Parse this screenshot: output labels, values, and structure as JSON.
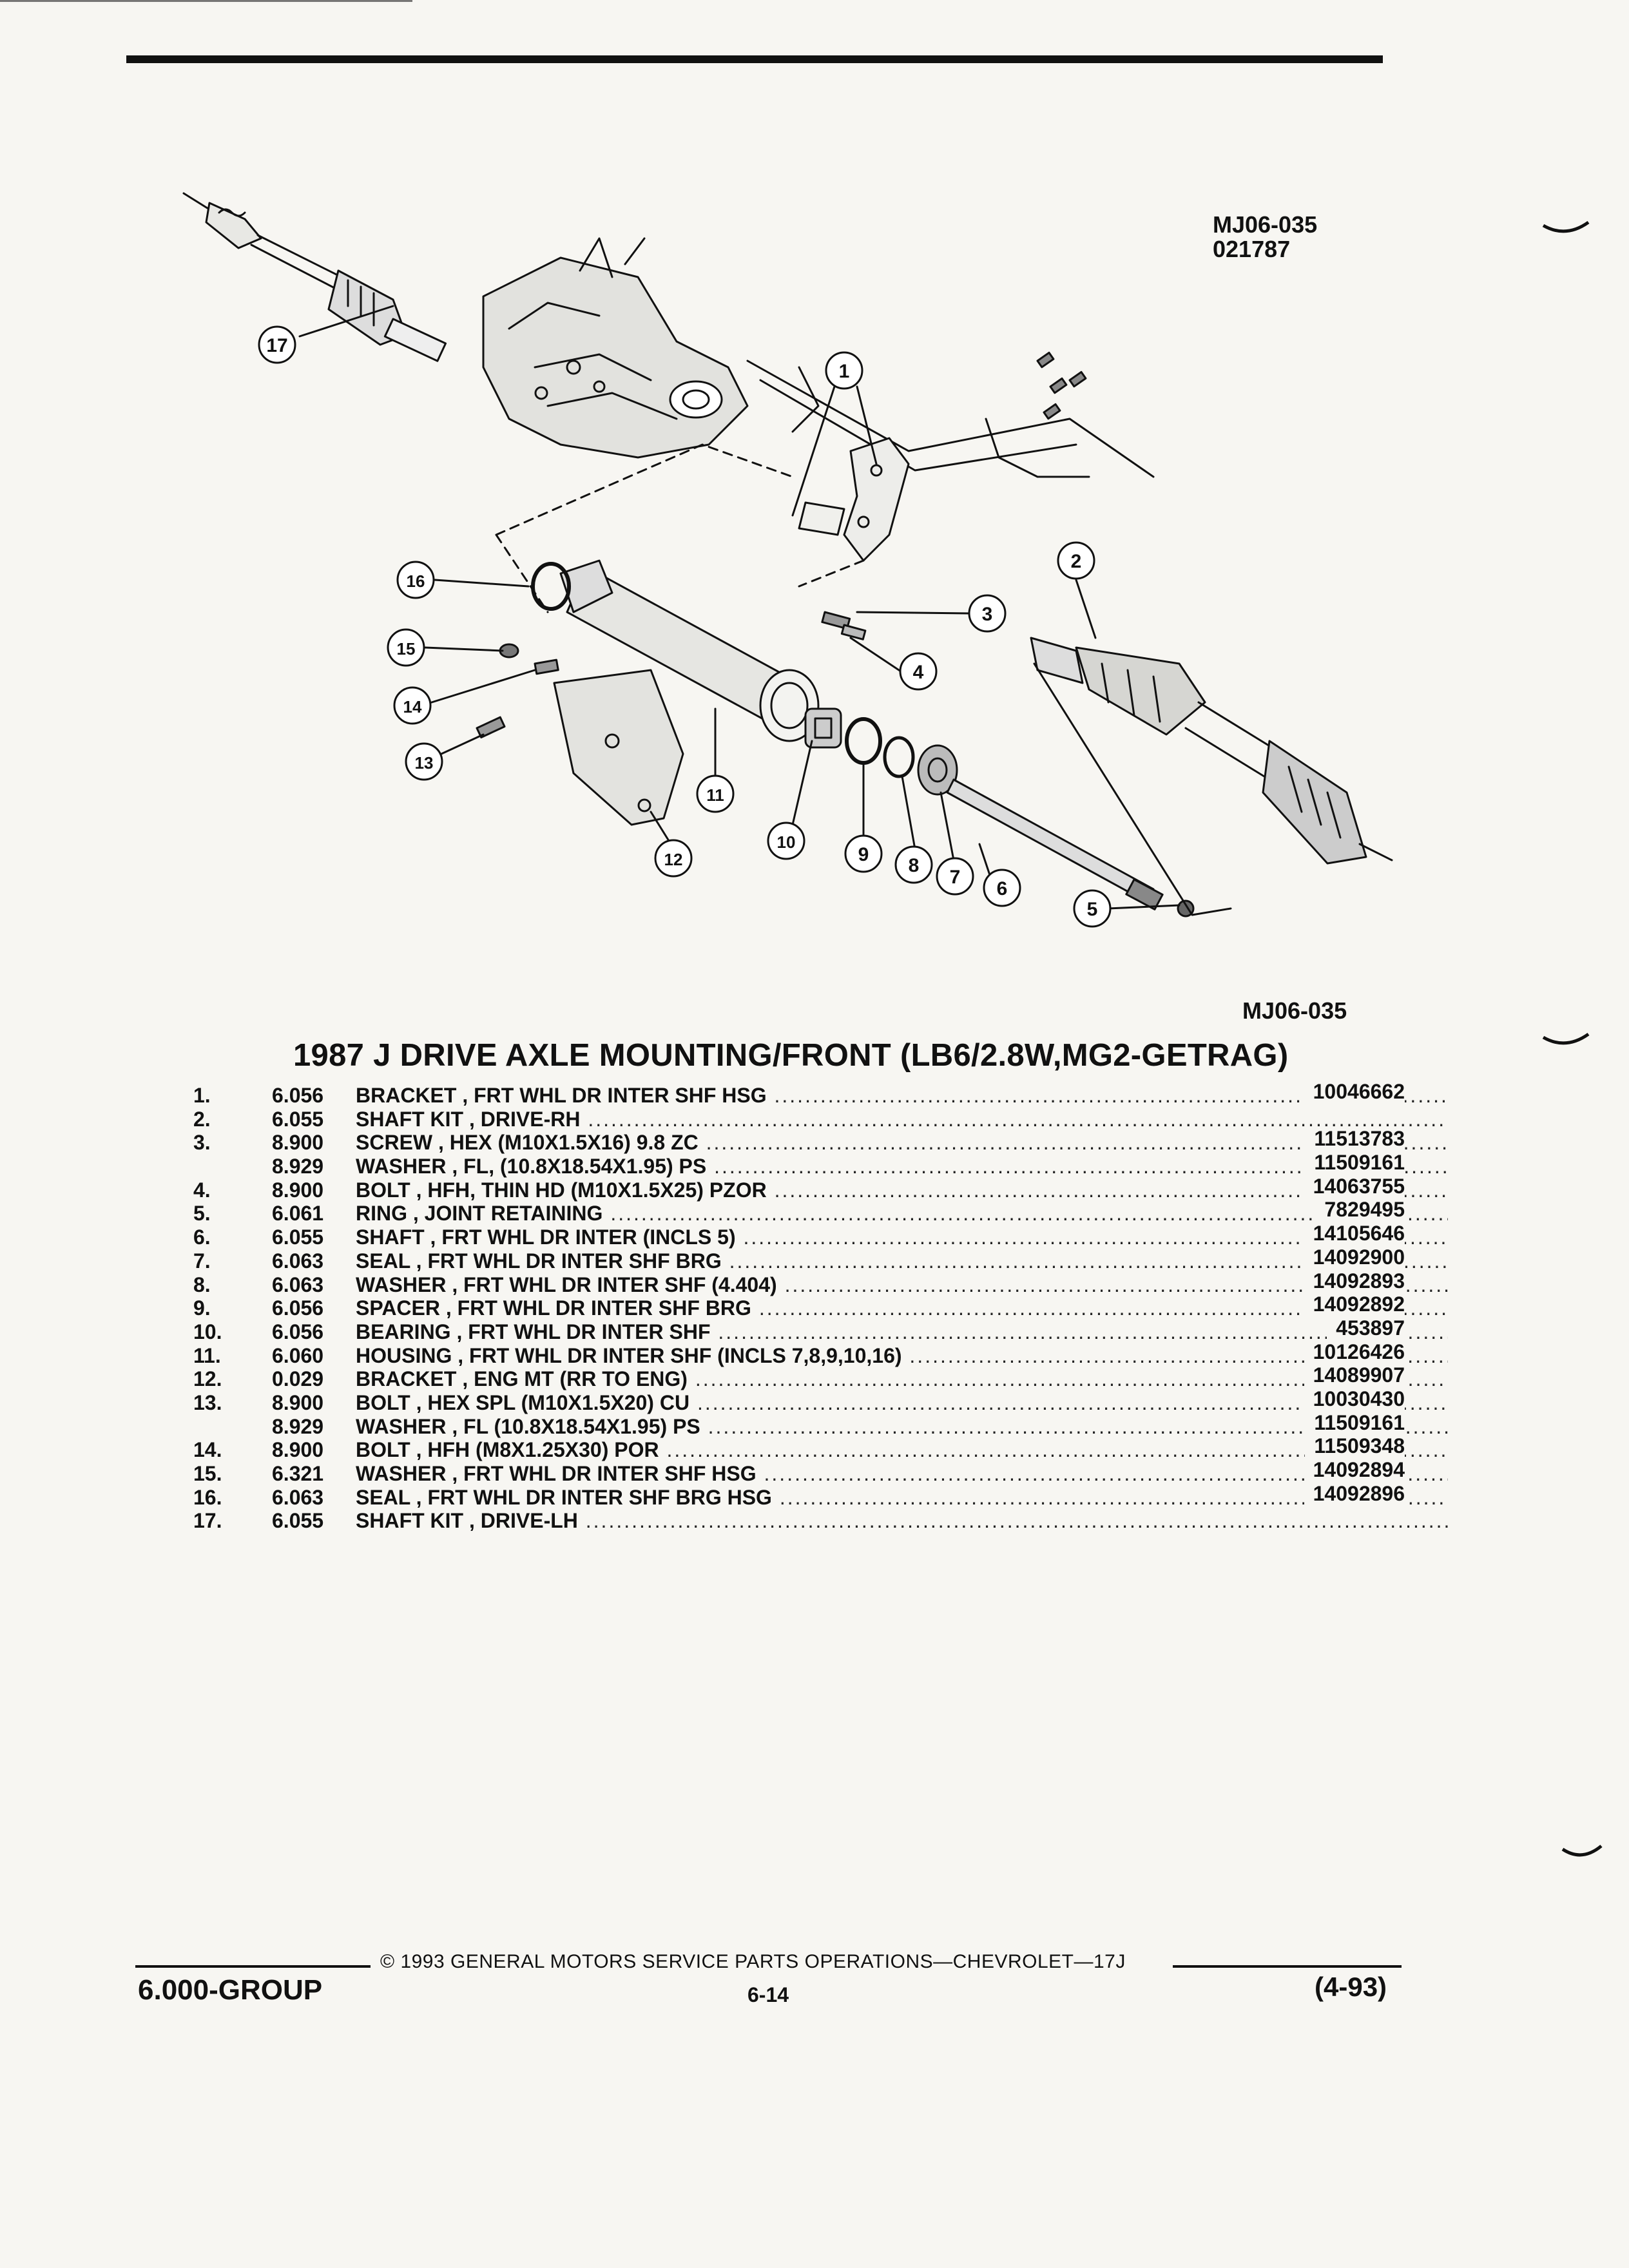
{
  "figure": {
    "code_top": "MJ06-035",
    "date_code": "021787",
    "code_bottom": "MJ06-035",
    "callouts": [
      "1",
      "2",
      "3",
      "4",
      "5",
      "6",
      "7",
      "8",
      "9",
      "10",
      "11",
      "12",
      "13",
      "14",
      "15",
      "16",
      "17"
    ]
  },
  "title": "1987 J DRIVE AXLE MOUNTING/FRONT (LB6/2.8W,MG2-GETRAG)",
  "parts": [
    {
      "num": "1.",
      "code": "6.056",
      "desc": "BRACKET , FRT WHL DR INTER SHF HSG",
      "pn": "10046662"
    },
    {
      "num": "2.",
      "code": "6.055",
      "desc": "SHAFT KIT , DRIVE-RH",
      "pn": ""
    },
    {
      "num": "3.",
      "code": "8.900",
      "desc": "SCREW , HEX (M10X1.5X16) 9.8 ZC",
      "pn": "11513783"
    },
    {
      "num": "",
      "code": "8.929",
      "desc": "WASHER , FL, (10.8X18.54X1.95) PS",
      "pn": "11509161"
    },
    {
      "num": "4.",
      "code": "8.900",
      "desc": "BOLT , HFH, THIN HD (M10X1.5X25) PZOR",
      "pn": "14063755"
    },
    {
      "num": "5.",
      "code": "6.061",
      "desc": "RING , JOINT RETAINING",
      "pn": "7829495"
    },
    {
      "num": "6.",
      "code": "6.055",
      "desc": "SHAFT , FRT WHL DR INTER (INCLS 5)",
      "pn": "14105646"
    },
    {
      "num": "7.",
      "code": "6.063",
      "desc": "SEAL , FRT WHL DR INTER SHF BRG",
      "pn": "14092900"
    },
    {
      "num": "8.",
      "code": "6.063",
      "desc": "WASHER , FRT WHL DR INTER SHF (4.404)",
      "pn": "14092893"
    },
    {
      "num": "9.",
      "code": "6.056",
      "desc": "SPACER , FRT WHL DR INTER SHF BRG",
      "pn": "14092892"
    },
    {
      "num": "10.",
      "code": "6.056",
      "desc": "BEARING , FRT WHL DR INTER SHF",
      "pn": "453897"
    },
    {
      "num": "11.",
      "code": "6.060",
      "desc": "HOUSING , FRT WHL DR INTER SHF (INCLS 7,8,9,10,16)",
      "pn": "10126426"
    },
    {
      "num": "12.",
      "code": "0.029",
      "desc": "BRACKET , ENG MT (RR TO ENG)",
      "pn": "14089907"
    },
    {
      "num": "13.",
      "code": "8.900",
      "desc": "BOLT , HEX SPL (M10X1.5X20) CU",
      "pn": "10030430"
    },
    {
      "num": "",
      "code": "8.929",
      "desc": "WASHER , FL (10.8X18.54X1.95) PS",
      "pn": "11509161"
    },
    {
      "num": "14.",
      "code": "8.900",
      "desc": "BOLT , HFH (M8X1.25X30) POR",
      "pn": "11509348"
    },
    {
      "num": "15.",
      "code": "6.321",
      "desc": "WASHER , FRT WHL DR INTER SHF HSG",
      "pn": "14092894"
    },
    {
      "num": "16.",
      "code": "6.063",
      "desc": "SEAL , FRT WHL DR INTER SHF BRG HSG",
      "pn": "14092896"
    },
    {
      "num": "17.",
      "code": "6.055",
      "desc": "SHAFT KIT , DRIVE-LH",
      "pn": ""
    }
  ],
  "footer": {
    "copyright": "© 1993 GENERAL MOTORS SERVICE PARTS OPERATIONS—CHEVROLET—17J",
    "group": "6.000-GROUP",
    "page": "6-14",
    "date": "(4-93)"
  }
}
